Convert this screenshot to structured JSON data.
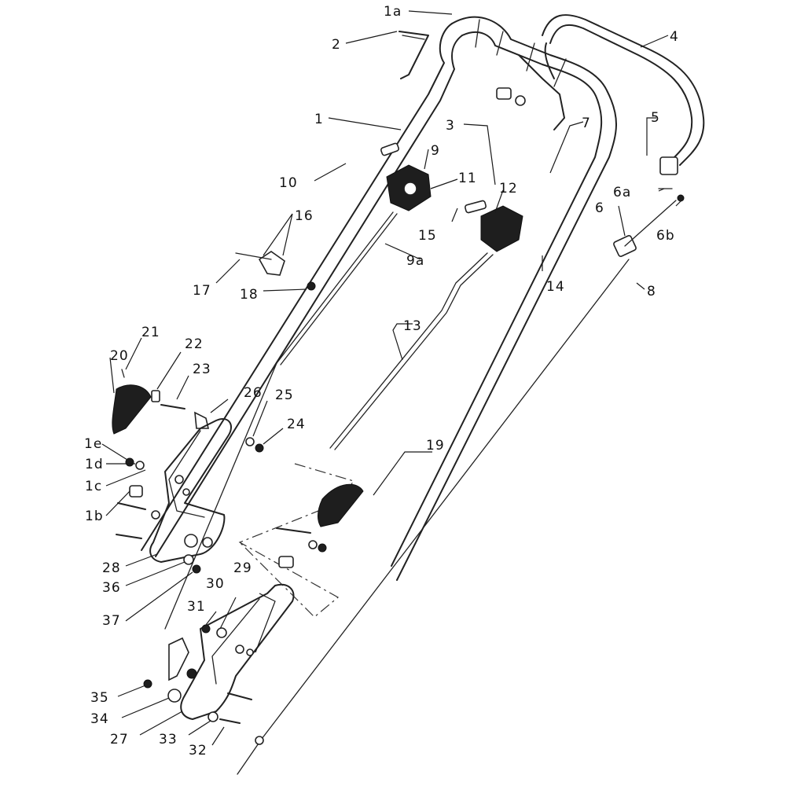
{
  "diagram": {
    "callouts": [
      {
        "id": "c-1a",
        "text": "1a"
      },
      {
        "id": "c-2",
        "text": "2"
      },
      {
        "id": "c-4",
        "text": "4"
      },
      {
        "id": "c-1",
        "text": "1"
      },
      {
        "id": "c-3",
        "text": "3"
      },
      {
        "id": "c-7",
        "text": "7"
      },
      {
        "id": "c-5",
        "text": "5"
      },
      {
        "id": "c-9",
        "text": "9"
      },
      {
        "id": "c-10",
        "text": "10"
      },
      {
        "id": "c-11",
        "text": "11"
      },
      {
        "id": "c-12",
        "text": "12"
      },
      {
        "id": "c-6a",
        "text": "6a"
      },
      {
        "id": "c-6",
        "text": "6"
      },
      {
        "id": "c-6b",
        "text": "6b"
      },
      {
        "id": "c-15",
        "text": "15"
      },
      {
        "id": "c-16",
        "text": "16"
      },
      {
        "id": "c-9a",
        "text": "9a"
      },
      {
        "id": "c-14",
        "text": "14"
      },
      {
        "id": "c-8",
        "text": "8"
      },
      {
        "id": "c-17",
        "text": "17"
      },
      {
        "id": "c-18",
        "text": "18"
      },
      {
        "id": "c-13",
        "text": "13"
      },
      {
        "id": "c-21",
        "text": "21"
      },
      {
        "id": "c-22",
        "text": "22"
      },
      {
        "id": "c-20",
        "text": "20"
      },
      {
        "id": "c-23",
        "text": "23"
      },
      {
        "id": "c-26",
        "text": "26"
      },
      {
        "id": "c-25",
        "text": "25"
      },
      {
        "id": "c-24",
        "text": "24"
      },
      {
        "id": "c-1e",
        "text": "1e"
      },
      {
        "id": "c-1d",
        "text": "1d"
      },
      {
        "id": "c-1c",
        "text": "1c"
      },
      {
        "id": "c-19",
        "text": "19"
      },
      {
        "id": "c-1b",
        "text": "1b"
      },
      {
        "id": "c-28",
        "text": "28"
      },
      {
        "id": "c-36",
        "text": "36"
      },
      {
        "id": "c-37",
        "text": "37"
      },
      {
        "id": "c-29",
        "text": "29"
      },
      {
        "id": "c-30",
        "text": "30"
      },
      {
        "id": "c-31",
        "text": "31"
      },
      {
        "id": "c-35",
        "text": "35"
      },
      {
        "id": "c-34",
        "text": "34"
      },
      {
        "id": "c-27",
        "text": "27"
      },
      {
        "id": "c-33",
        "text": "33"
      },
      {
        "id": "c-32",
        "text": "32"
      }
    ]
  }
}
